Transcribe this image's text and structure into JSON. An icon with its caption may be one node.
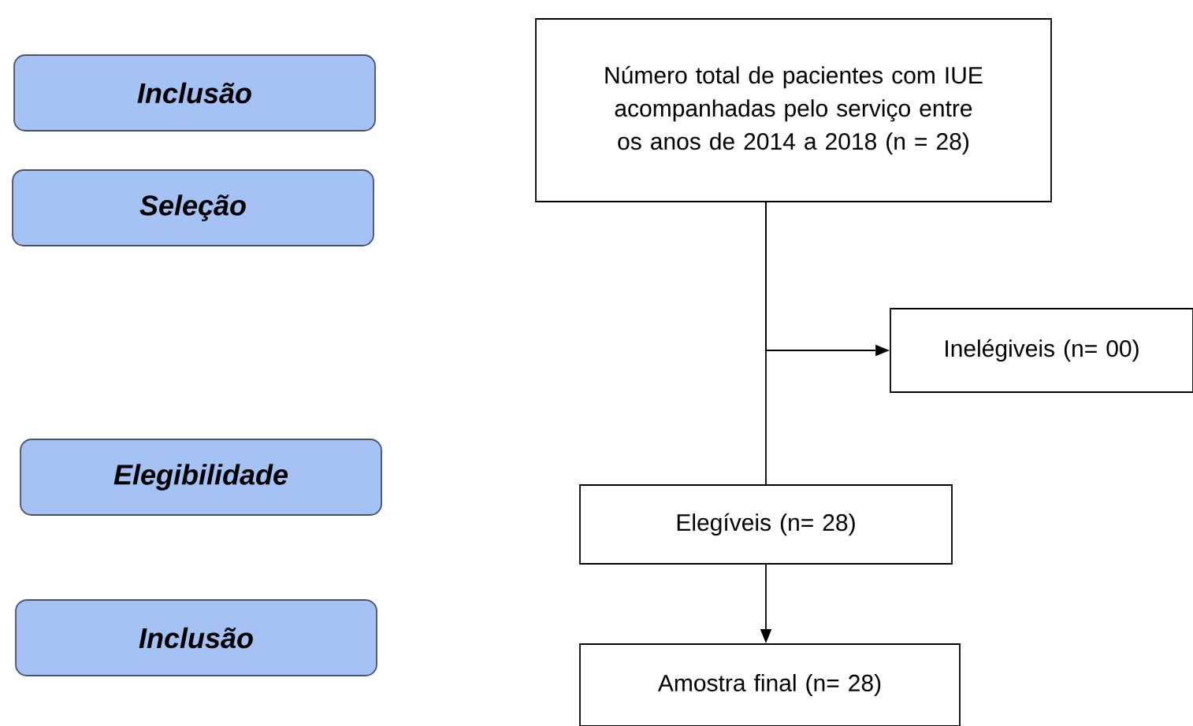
{
  "diagram": {
    "nodes": [
      {
        "text": [
          "Inclusão"
        ]
      },
      {
        "text": [
          "Seleção"
        ]
      },
      {
        "text": [
          "Elegibilidade"
        ]
      },
      {
        "text": [
          "Inclusão"
        ]
      },
      {
        "text": [
          "Número total de pacientes com IUE acompanhadas pelo serviço entre os anos de 2014 a 2018 (n = 28)"
        ]
      },
      {
        "text": [
          "Inelégiveis (n= 00)"
        ]
      },
      {
        "text": [
          "Elegíveis (n= 28)"
        ]
      },
      {
        "text": [
          "Amostra final (n= 28)"
        ]
      }
    ],
    "edges": [
      {
        "from": 4,
        "to": 6,
        "arrow": "none"
      },
      {
        "from": 4,
        "to": 5,
        "arrow": "to"
      },
      {
        "from": 6,
        "to": 7,
        "arrow": "to"
      }
    ]
  }
}
